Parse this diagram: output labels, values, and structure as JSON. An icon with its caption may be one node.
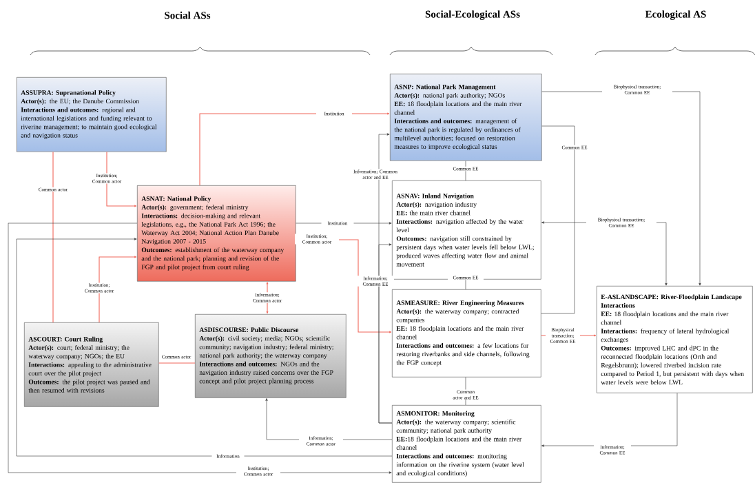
{
  "diagram": {
    "nodes": [
      {
        "text": [
          "ASSUPRA: Supranational Policy",
          "**Actor(s):** the EU; the Danube Commission",
          "**Interactions and outcomes:** regional and international legislations and funding relevant to riverine management; to maintain good ecological and navigation status"
        ]
      },
      {
        "text": [
          "ASNAT: National Policy",
          "**Actor(s):** government; federal ministry",
          "**Interactions:** decision-making and relevant legislations, e.g., the National Park Act 1996; the Waterway Act 2004; National Action Plan Danube Navigation 2007 - 2015",
          "**Outcomes:** establishment of the waterway company and the national park; planning and revision of the FGP and pilot project from court ruling"
        ]
      },
      {
        "text": [
          "ASCOURT: Court Ruling",
          "**Actor(s):** court; federal ministry; the waterway company; NGOs; the EU",
          "**Interactions:** appealing to the administrative court over the pilot project",
          "**Outcomes:** the pilot project was paused and then resumed with revisions"
        ]
      },
      {
        "text": [
          "ASDISCOURSE: Public Discourse",
          "**Actor(s):** civil society; media; NGOs; scientific community; navigation industry; federal ministry; national park authority; the waterway company",
          "**Interactions and outcomes:** NGOs and the navigation industry raised concerns over the FGP concept and pilot project planning process"
        ]
      },
      {
        "text": [
          "ASNP: National Park Management",
          "**Actor(s):** national park authority; NGOs",
          "**EE:** 18 floodplain locations and the main river channel",
          "**Interactions and outcomes:** management of the national park is regulated by ordinances of multilevel authorities; focused on restoration measures to improve ecological status"
        ]
      },
      {
        "text": [
          "ASNAV: Inland Navigation",
          "**Actor(s):** navigation industry",
          "**EE:** the main river channel",
          "**Interactions:** navigation affected by the water level",
          "**Outcomes:** navigation still constrained by persistent days when water levels fell below LWL; produced waves affecting water flow and animal movement"
        ]
      },
      {
        "text": [
          "ASMEASURE: River Engineering Measures",
          "**Actor(s):** the waterway company; contracted companies",
          "**EE:** 18 floodplain locations and the main river channel",
          "**Interactions and outcomes:** a few locations for restoring riverbanks and side channels, following the FGP concept"
        ]
      },
      {
        "text": [
          "ASMONITOR: Monitoring",
          "**Actor(s):** the waterway company; scientific community; national park authority",
          "**EE:**18 floodplain locations and the main river channel",
          "**Interactions and outcomes:** monitoring information on the riverine system (water level and ecological conditions)"
        ]
      },
      {
        "text": [
          "E-ASLANDSCAPE: River-Floodplain Landscape Interactions",
          "**EE:** 18 floodplain locations and the main river channel",
          "**Interactions:** frequency of lateral hydrological exchanges",
          "**Outcomes:** improved LHC and dPC in the reconnected floodplain locations (Orth and Regelsbrunn); lowered riverbed incision rate compared to Period 1, but persistent with days when water levels were below LWL"
        ]
      }
    ],
    "edges": [
      {
        "from": 0,
        "to": 1,
        "arrow": "to",
        "label": "Institution; Common actor",
        "color": "#f0675a"
      },
      {
        "from": 0,
        "to": 2,
        "arrow": "none",
        "label": "Common actor",
        "color": "#f0675a"
      },
      {
        "from": 1,
        "to": 4,
        "arrow": "to",
        "label": "Institution",
        "color": "#f0675a"
      },
      {
        "from": 1,
        "to": 6,
        "arrow": "to",
        "label": "Institution; Common actor",
        "color": "#f0675a"
      },
      {
        "from": 2,
        "to": 1,
        "arrow": "to",
        "label": "Institution; Common actor",
        "color": "#f0675a"
      },
      {
        "from": 1,
        "to": 3,
        "arrow": "both",
        "label": "Information; Common actor",
        "color": "#f0675a"
      },
      {
        "from": 2,
        "to": 3,
        "arrow": "none",
        "label": "Common actor",
        "color": "#f0675a"
      },
      {
        "from": 6,
        "to": 8,
        "arrow": "to",
        "label": "Biophysical transaction; Common EE",
        "color": "#f0675a"
      },
      {
        "from": 1,
        "to": 5,
        "arrow": "to",
        "label": "Institution"
      },
      {
        "from": 4,
        "to": 8,
        "arrow": "to",
        "label": "Biophysical transaction; Common EE"
      },
      {
        "from": 4,
        "to": 5,
        "arrow": "none",
        "label": "Common EE"
      },
      {
        "from": 5,
        "to": 6,
        "arrow": "none",
        "label": "Common EE"
      },
      {
        "from": 6,
        "to": 7,
        "arrow": "none",
        "label": "Common actor and EE"
      },
      {
        "from": 4,
        "to": 6,
        "arrow": "none",
        "label": "Common EE"
      },
      {
        "from": 8,
        "to": 5,
        "arrow": "both",
        "label": "Biophysical transaction; Common EE"
      },
      {
        "from": 8,
        "to": 7,
        "arrow": "to",
        "label": "Information; Common EE"
      },
      {
        "from": 7,
        "to": 4,
        "arrow": "to",
        "label": "Information; Common actor and EE"
      },
      {
        "from": 7,
        "to": 5,
        "arrow": "to",
        "label": "Information; Common EE"
      },
      {
        "from": 7,
        "to": 3,
        "arrow": "to",
        "label": "Information; Common actor"
      },
      {
        "from": 7,
        "to": 1,
        "arrow": "to",
        "label": "Information"
      },
      {
        "from": 1,
        "to": 7,
        "arrow": "to",
        "label": "Institution; Common actor"
      }
    ],
    "labels": [
      "Social ASs",
      "Social-Ecological ASs",
      "Ecological AS"
    ]
  }
}
